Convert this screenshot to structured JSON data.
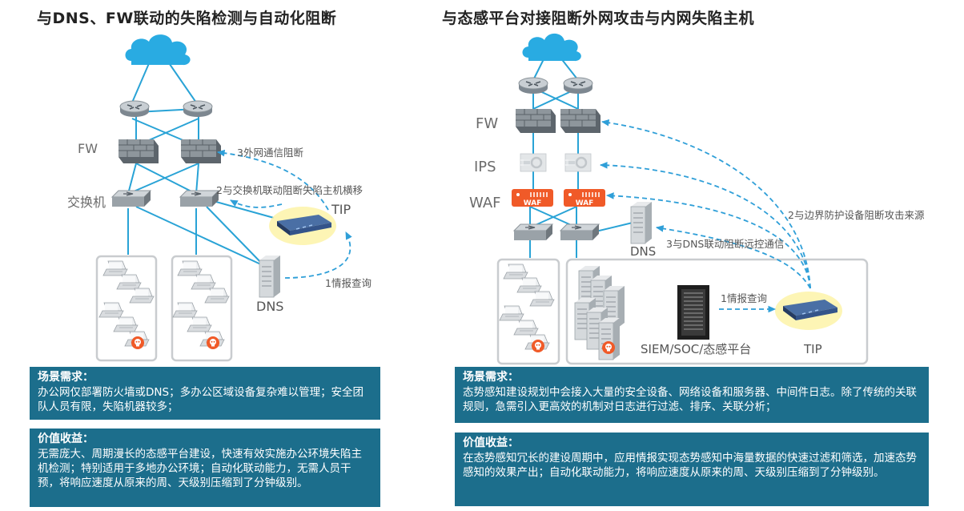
{
  "left": {
    "title": "与DNS、FW联动的失陷检测与自动化阻断",
    "labels": {
      "fw": "FW",
      "switch": "交换机",
      "dns": "DNS",
      "tip": "TIP",
      "step1": "1情报查询",
      "step2": "2与交换机联动阻断失陷主机横移",
      "step3": "3外网通信阻断"
    },
    "scene": {
      "heading": "场景需求：",
      "text": "办公网仅部署防火墙或DNS；多办公区域设备复杂难以管理；安全团队人员有限，失陷机器较多；"
    },
    "value": {
      "heading": "价值收益：",
      "text": "无需庞大、周期漫长的态感平台建设，快速有效实施办公环境失陷主机检测；特别适用于多地办公环境；自动化联动能力，无需人员干预，将响应速度从原来的周、天级别压缩到了分钟级别。"
    }
  },
  "right": {
    "title": "与态感平台对接阻断外网攻击与内网失陷主机",
    "labels": {
      "fw": "FW",
      "ips": "IPS",
      "waf": "WAF",
      "waf_device": "WAF",
      "dns": "DNS",
      "tip": "TIP",
      "siem": "SIEM/SOC/态感平台",
      "step1": "1情报查询",
      "step2": "2与边界防护设备阻断攻击来源",
      "step3": "3与DNS联动阻断远控通信"
    },
    "scene": {
      "heading": "场景需求：",
      "text": "态势感知建设规划中会接入大量的安全设备、网络设备和服务器、中间件日志。除了传统的关联规则，急需引入更高效的机制对日志进行过滤、排序、关联分析；"
    },
    "value": {
      "heading": "价值收益：",
      "text": "在态势感知冗长的建设周期中，应用情报实现态势感知中海量数据的快速过滤和筛选，加速态势感知的效果产出；自动化联动能力，将响应速度从原来的周、天级别压缩到了分钟级别。"
    }
  },
  "colors": {
    "box_bg": "#1c6e8c",
    "link": "#29a3d6",
    "dashed_arrow": "#2f9fd8",
    "waf": "#f05a28",
    "cloud": "#29abe2"
  },
  "icons": {
    "cloud": "cloud-icon",
    "router": "router-icon",
    "firewall": "firewall-icon",
    "switch": "switch-icon",
    "server": "server-icon",
    "pc": "pc-icon",
    "infected_pc": "skull-icon",
    "tip_device": "tip-appliance-icon",
    "ips": "ips-icon",
    "waf": "waf-icon",
    "siem": "rack-server-icon"
  }
}
